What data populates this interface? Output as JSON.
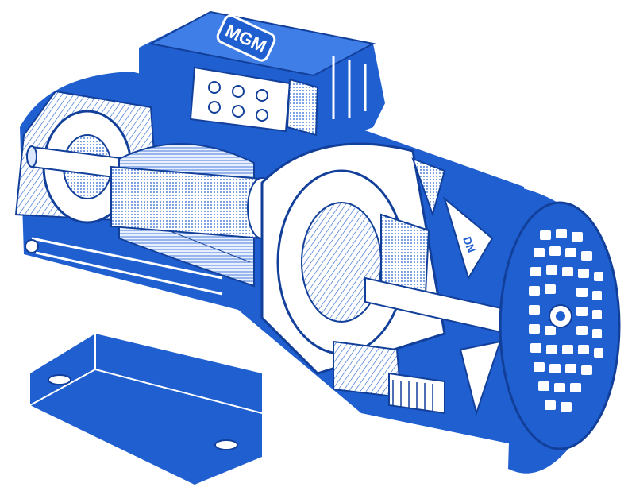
{
  "illustration": {
    "subject": "electric-motor-cutaway",
    "colors": {
      "ink": "#1f5fd0",
      "ink_dark": "#123f9a",
      "paper": "#ffffff",
      "light": "#dbe8ff"
    },
    "terminal_box_logo": "MGM",
    "fan_housing_mark": "DN",
    "parts": [
      "terminal-box",
      "motor-housing",
      "cooling-fins",
      "stator-winding",
      "rotor",
      "shaft",
      "brake-assembly",
      "cooling-fan",
      "fan-cover-grille",
      "mounting-foot"
    ]
  }
}
